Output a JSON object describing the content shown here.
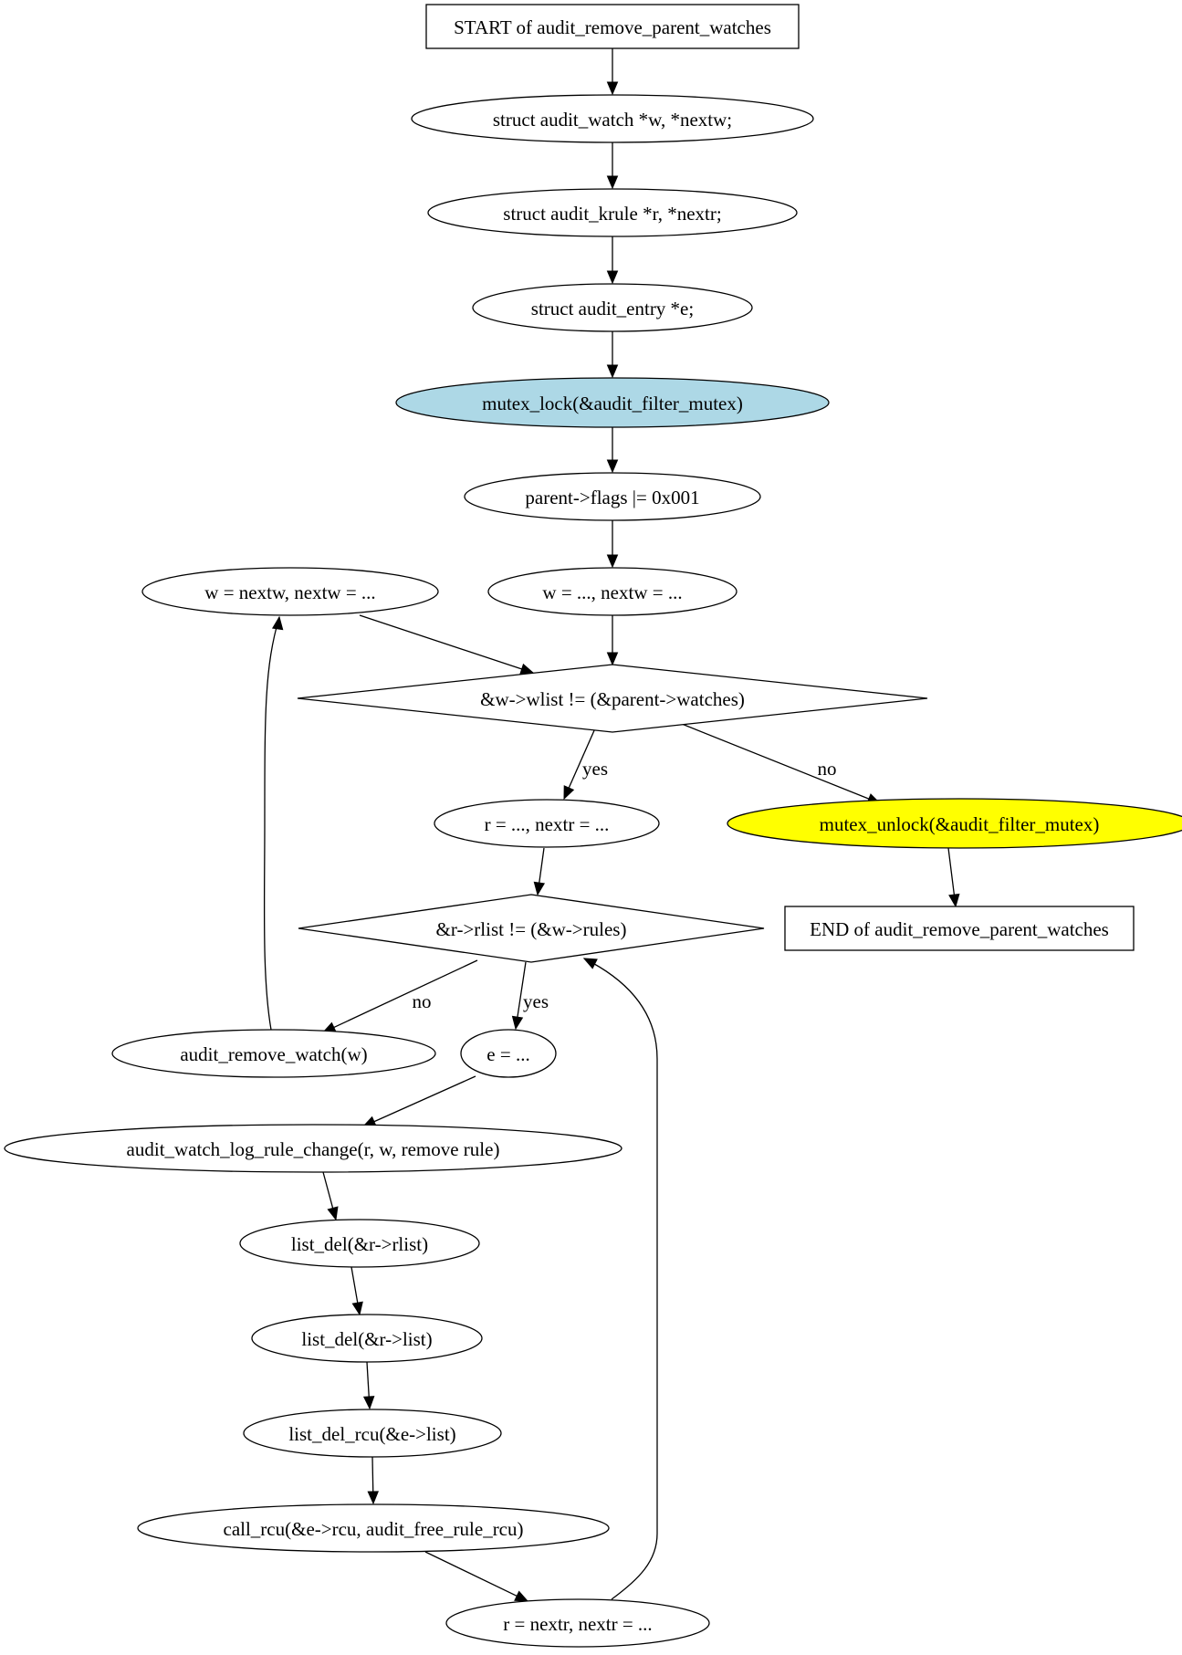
{
  "colors": {
    "default_fill": "#ffffff",
    "lock_fill": "#add8e6",
    "unlock_fill": "#ffff00",
    "stroke": "#000000"
  },
  "nodes": {
    "start": {
      "label": "START of audit_remove_parent_watches",
      "shape": "box"
    },
    "decl_w": {
      "label": "struct audit_watch *w, *nextw;",
      "shape": "ellipse"
    },
    "decl_r": {
      "label": "struct audit_krule *r, *nextr;",
      "shape": "ellipse"
    },
    "decl_e": {
      "label": "struct audit_entry *e;",
      "shape": "ellipse"
    },
    "mutex_lock": {
      "label": "mutex_lock(&audit_filter_mutex)",
      "shape": "ellipse",
      "fill": "lock"
    },
    "set_flags": {
      "label": "parent->flags |= 0x001",
      "shape": "ellipse"
    },
    "w_next_loop": {
      "label": "w = nextw, nextw = ...",
      "shape": "ellipse"
    },
    "w_init": {
      "label": "w = ..., nextw = ...",
      "shape": "ellipse"
    },
    "cond_wlist": {
      "label": "&w->wlist != (&parent->watches)",
      "shape": "diamond"
    },
    "r_init": {
      "label": "r = ..., nextr = ...",
      "shape": "ellipse"
    },
    "mutex_unlock": {
      "label": "mutex_unlock(&audit_filter_mutex)",
      "shape": "ellipse",
      "fill": "unlock"
    },
    "end": {
      "label": "END of audit_remove_parent_watches",
      "shape": "box"
    },
    "cond_rlist": {
      "label": "&r->rlist != (&w->rules)",
      "shape": "diamond"
    },
    "remove_watch": {
      "label": "audit_remove_watch(w)",
      "shape": "ellipse"
    },
    "e_assign": {
      "label": "e = ...",
      "shape": "ellipse"
    },
    "log_change": {
      "label": "audit_watch_log_rule_change(r, w, remove rule)",
      "shape": "ellipse"
    },
    "list_del_rlist": {
      "label": "list_del(&r->rlist)",
      "shape": "ellipse"
    },
    "list_del_list": {
      "label": "list_del(&r->list)",
      "shape": "ellipse"
    },
    "list_del_rcu": {
      "label": "list_del_rcu(&e->list)",
      "shape": "ellipse"
    },
    "call_rcu": {
      "label": "call_rcu(&e->rcu, audit_free_rule_rcu)",
      "shape": "ellipse"
    },
    "r_next_loop": {
      "label": "r = nextr, nextr = ...",
      "shape": "ellipse"
    }
  },
  "edges": [
    {
      "from": "start",
      "to": "decl_w",
      "label": ""
    },
    {
      "from": "decl_w",
      "to": "decl_r",
      "label": ""
    },
    {
      "from": "decl_r",
      "to": "decl_e",
      "label": ""
    },
    {
      "from": "decl_e",
      "to": "mutex_lock",
      "label": ""
    },
    {
      "from": "mutex_lock",
      "to": "set_flags",
      "label": ""
    },
    {
      "from": "set_flags",
      "to": "w_init",
      "label": ""
    },
    {
      "from": "w_init",
      "to": "cond_wlist",
      "label": ""
    },
    {
      "from": "w_next_loop",
      "to": "cond_wlist",
      "label": ""
    },
    {
      "from": "cond_wlist",
      "to": "r_init",
      "label": "yes"
    },
    {
      "from": "cond_wlist",
      "to": "mutex_unlock",
      "label": "no"
    },
    {
      "from": "mutex_unlock",
      "to": "end",
      "label": ""
    },
    {
      "from": "r_init",
      "to": "cond_rlist",
      "label": ""
    },
    {
      "from": "cond_rlist",
      "to": "remove_watch",
      "label": "no"
    },
    {
      "from": "cond_rlist",
      "to": "e_assign",
      "label": "yes"
    },
    {
      "from": "remove_watch",
      "to": "w_next_loop",
      "label": ""
    },
    {
      "from": "e_assign",
      "to": "log_change",
      "label": ""
    },
    {
      "from": "log_change",
      "to": "list_del_rlist",
      "label": ""
    },
    {
      "from": "list_del_rlist",
      "to": "list_del_list",
      "label": ""
    },
    {
      "from": "list_del_list",
      "to": "list_del_rcu",
      "label": ""
    },
    {
      "from": "list_del_rcu",
      "to": "call_rcu",
      "label": ""
    },
    {
      "from": "call_rcu",
      "to": "r_next_loop",
      "label": ""
    },
    {
      "from": "r_next_loop",
      "to": "cond_rlist",
      "label": ""
    }
  ]
}
